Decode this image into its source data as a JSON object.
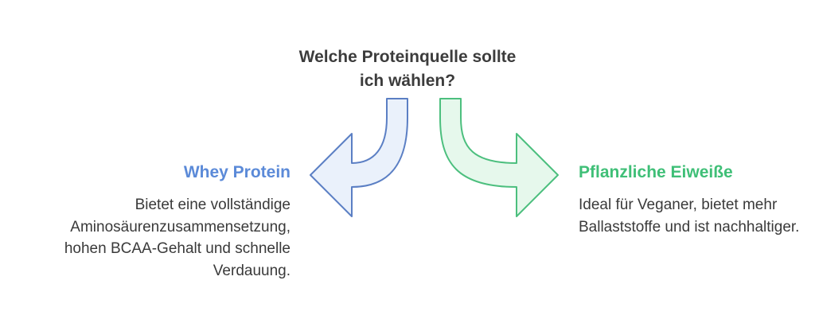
{
  "question": "Welche Proteinquelle sollte ich wählen?",
  "options": [
    {
      "title": "Whey Protein",
      "description": "Bietet eine vollständige Aminosäurenzusammensetzung, hohen BCAA-Gehalt und schnelle Verdauung.",
      "color": "#5b8ad8",
      "arrow_stroke": "#5b7fc4",
      "arrow_fill": "#eaf1fb"
    },
    {
      "title": "Pflanzliche Eiweiße",
      "description": "Ideal für Veganer, bietet mehr Ballaststoffe und ist nachhaltiger.",
      "color": "#3fbf77",
      "arrow_stroke": "#4cbf7e",
      "arrow_fill": "#e6f8ec"
    }
  ]
}
